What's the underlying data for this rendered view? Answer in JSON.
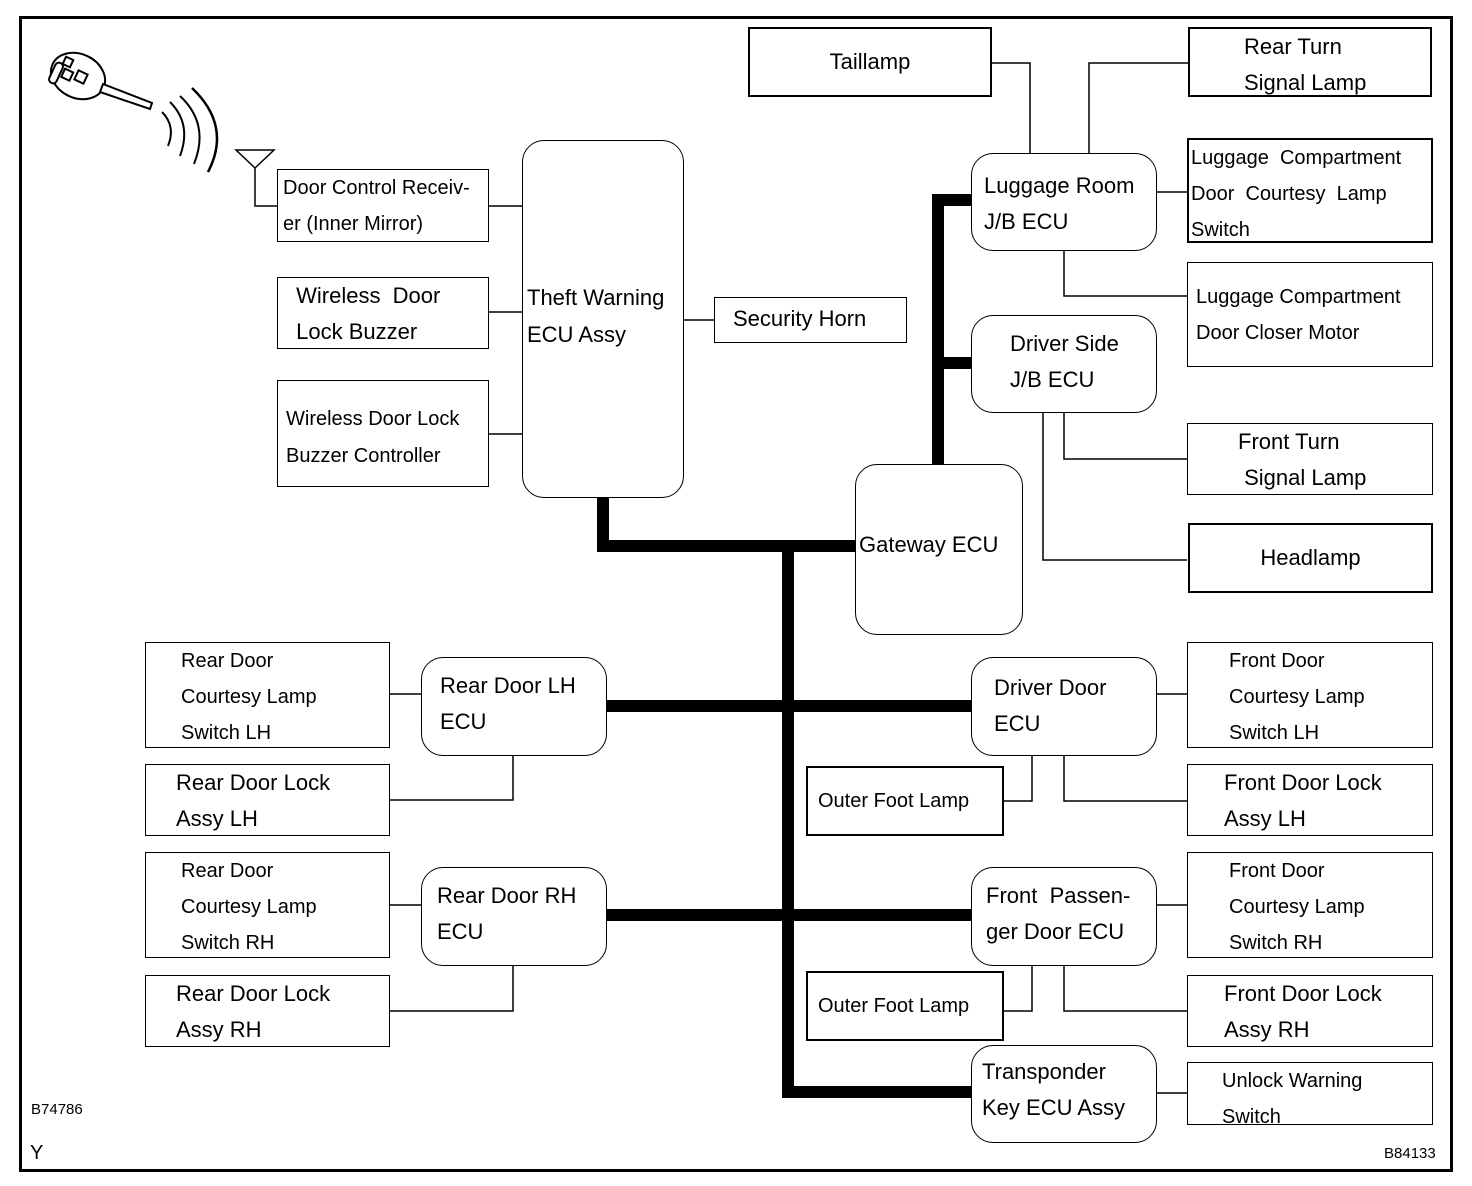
{
  "diagram": {
    "figure_id_left": "B74786",
    "figure_id_right": "B84133",
    "corner_mark": "Y",
    "key_fob_icon": "key-fob-icon",
    "antenna_icon": "antenna-icon",
    "components": {
      "door_control_receiver": "Door Control Receiv-\ner (Inner Mirror)",
      "wireless_door_lock_buzzer": " Wireless  Door\n Lock Buzzer",
      "wireless_door_lock_buzzer_controller": "Wireless Door Lock\nBuzzer Controller",
      "theft_warning_ecu": "Theft Warning\nECU Assy",
      "security_horn": "Security Horn",
      "taillamp": "Taillamp",
      "rear_turn_signal_lamp": "Rear Turn\nSignal Lamp",
      "luggage_room_jb_ecu": "Luggage Room\nJ/B ECU",
      "luggage_door_courtesy_switch": "Luggage  Compartment\nDoor  Courtesy  Lamp\nSwitch",
      "luggage_door_closer_motor": "Luggage Compartment\nDoor Closer Motor",
      "driver_side_jb_ecu": "Driver Side\nJ/B ECU",
      "front_turn_signal_lamp": "Front Turn\n Signal Lamp",
      "headlamp": "Headlamp",
      "gateway_ecu": "Gateway ECU",
      "rear_door_courtesy_switch_lh": "Rear Door\nCourtesy Lamp\nSwitch LH",
      "rear_door_lh_ecu": "Rear Door LH\nECU",
      "rear_door_lock_lh": "Rear Door Lock\nAssy LH",
      "rear_door_courtesy_switch_rh": "Rear Door\nCourtesy Lamp\nSwitch RH",
      "rear_door_rh_ecu": "Rear Door RH\nECU",
      "rear_door_lock_rh": "Rear Door Lock\nAssy RH",
      "driver_door_ecu": "Driver Door\nECU",
      "front_door_courtesy_switch_lh": "Front Door\nCourtesy Lamp\nSwitch LH",
      "outer_foot_lamp_1": "Outer Foot Lamp",
      "front_door_lock_lh": "Front Door Lock\nAssy LH",
      "front_passenger_door_ecu": "Front  Passen-\nger Door ECU",
      "front_door_courtesy_switch_rh": "Front Door\nCourtesy Lamp\nSwitch RH",
      "outer_foot_lamp_2": "Outer Foot Lamp",
      "front_door_lock_rh": "Front Door Lock\nAssy RH",
      "transponder_key_ecu": "Transponder\nKey ECU Assy",
      "unlock_warning_switch": "Unlock Warning\nSwitch"
    }
  }
}
